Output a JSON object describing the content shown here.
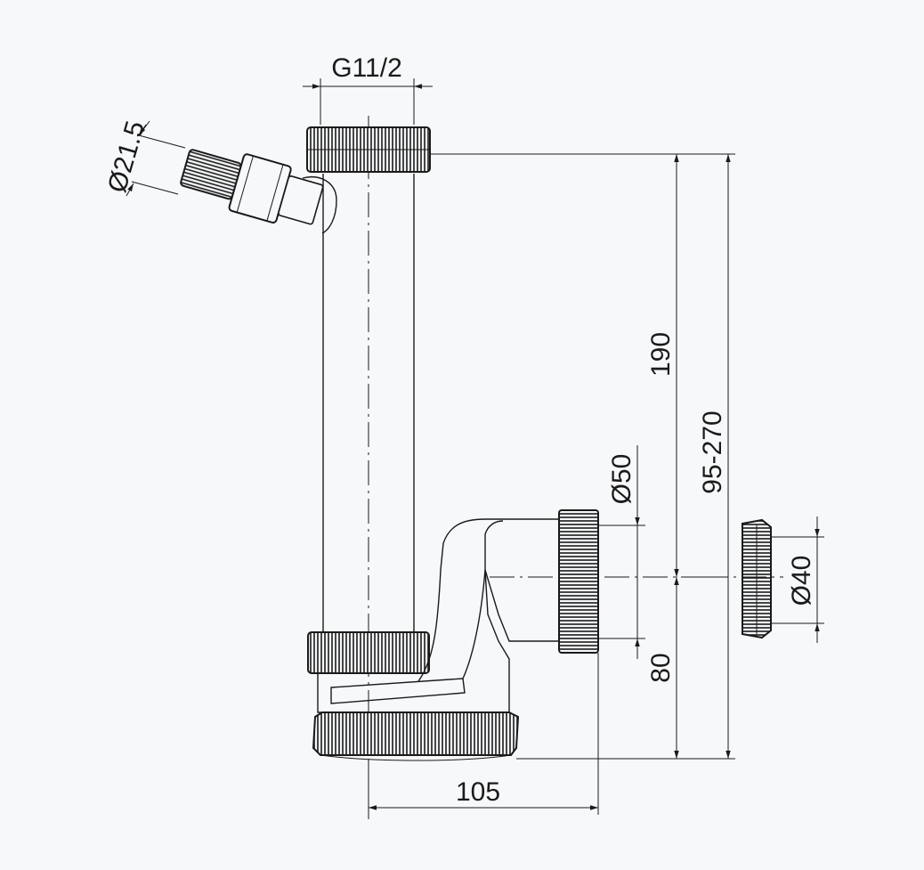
{
  "drawing": {
    "subject": "siphon-trap-technical-drawing",
    "line_color": "#1a1a1a",
    "background_color": "#f7f8fa",
    "dimensions": {
      "thread": "G11/2",
      "hose_diameter": "Ø21.5",
      "outlet_diameter": "Ø50",
      "adapter_diameter": "Ø40",
      "height_upper": "190",
      "height_range": "95-270",
      "height_lower": "80",
      "width": "105"
    }
  }
}
